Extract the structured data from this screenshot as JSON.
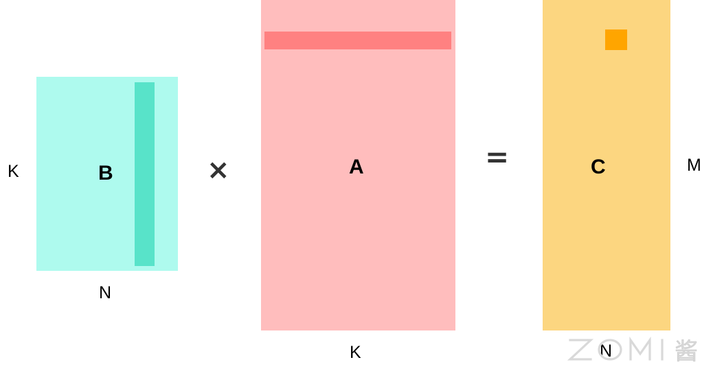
{
  "matrices": {
    "b": {
      "label": "B",
      "color": "#aefaee",
      "highlight_color": "#58e3c9",
      "highlight": "column"
    },
    "a": {
      "label": "A",
      "color": "#ffbdbd",
      "highlight_color": "#ff8181",
      "highlight": "row"
    },
    "c": {
      "label": "C",
      "color": "#fcd680",
      "highlight_color": "#ffa500",
      "highlight": "cell"
    }
  },
  "dimensions": {
    "b_rows": "K",
    "b_cols": "N",
    "a_cols": "K",
    "c_rows": "M",
    "c_cols": "N"
  },
  "operators": {
    "multiply": "×",
    "equals": "="
  },
  "watermark": {
    "text": "ZOMI酱"
  }
}
